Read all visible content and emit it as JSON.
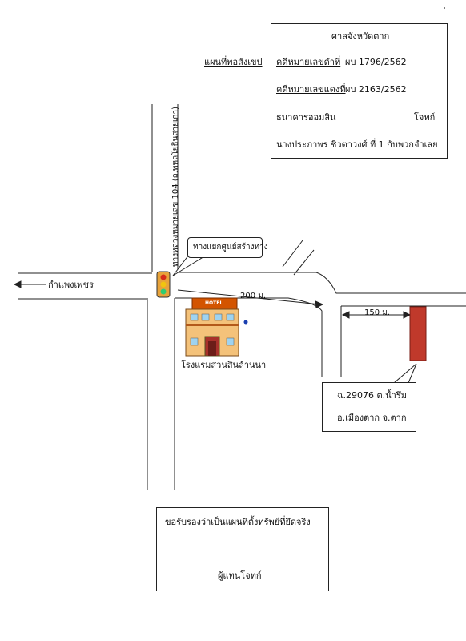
{
  "map_title": "แผนที่พอสังเขป",
  "info_box": {
    "court": "ศาลจังหวัดตาก",
    "black_case_label": "คดีหมายเลขดำที่",
    "black_case_no": "ผบ 1796/2562",
    "red_case_label": "คดีหมายเลขแดงที่",
    "red_case_no": "ผบ 2163/2562",
    "plaintiff": "ธนาคารออมสิน",
    "plaintiff_role": "โจทก์",
    "defendant": "นางประภาพร  ชิวตาวงศ์ ที่ 1 กับพวก",
    "defendant_role": "จำเลย"
  },
  "road_vertical_label": "ทางหลวงหมายเลข 104 (ถ.พหลโยธินสายเก่า)",
  "junction_callout": "ทางแยกศูนย์สร้างทาง",
  "direction_label": "กำแพงเพชร",
  "distance_1": "200 ม.",
  "distance_2": "150 ม.",
  "hotel_sign": "HOTEL",
  "hotel_name": "โรงแรมสวนสินล้านนา",
  "property_box": {
    "line1": "ฉ.29076 ต.น้ำรึม",
    "line2": "อ.เมืองตาก จ.ตาก"
  },
  "certify_box": {
    "statement": "ขอรับรองว่าเป็นแผนที่ตั้งทรัพย์ที่ยึดจริง",
    "signer": "ผู้แทนโจทก์"
  },
  "colors": {
    "property": "#c0392b",
    "traffic_light_body": "#e8a33a",
    "hotel_wall": "#f4c27a",
    "hotel_roof": "#d35400",
    "signature": "#1a3fb0",
    "marker": "#1a3fb0"
  }
}
